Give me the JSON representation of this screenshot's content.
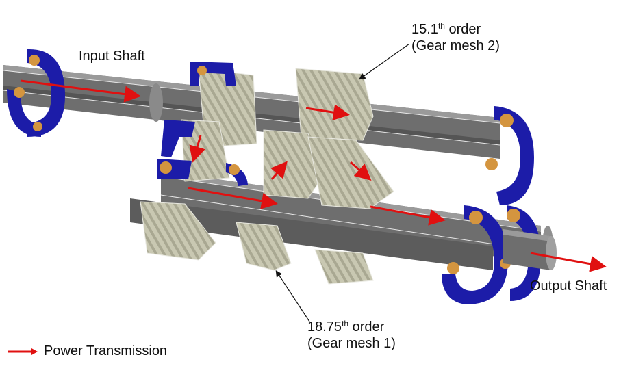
{
  "diagram": {
    "labels": {
      "input_shaft": "Input Shaft",
      "output_shaft": "Output Shaft",
      "gear_mesh_2": {
        "order_number": "15.1",
        "order_suffix": "th",
        "order_word": "order",
        "name": "(Gear mesh 2)"
      },
      "gear_mesh_1": {
        "order_number": "18.75",
        "order_suffix": "th",
        "order_word": "order",
        "name": "(Gear mesh 1)"
      }
    },
    "legend": {
      "label": "Power Transmission",
      "arrow_color": "#e01010"
    },
    "colors": {
      "shaft": "#6e6e6e",
      "shaft_light": "#9a9a9a",
      "shaft_dark": "#4a4a4a",
      "gear": "#c9c8b2",
      "gear_dark": "#a6a58f",
      "bearing_race": "#1c1ca8",
      "bearing_ball": "#d4953f",
      "arrow": "#e01010"
    }
  }
}
